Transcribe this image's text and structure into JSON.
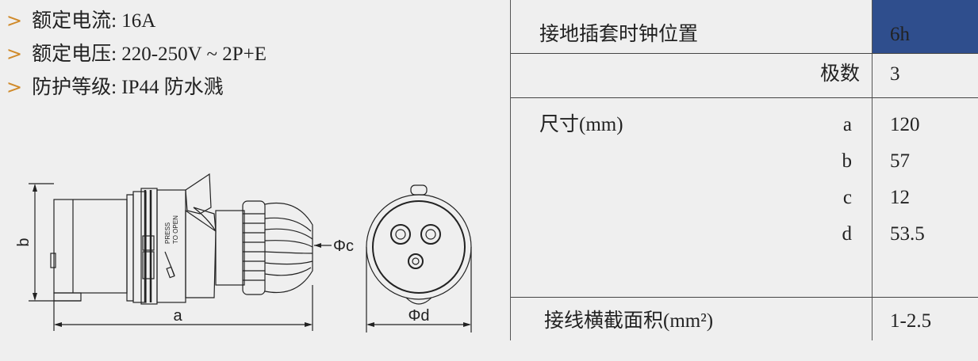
{
  "specs": {
    "arrow": ">",
    "lines": [
      "额定电流: 16A",
      "额定电压: 220-250V ~ 2P+E",
      "防护等级: IP44  防水溅"
    ]
  },
  "drawing": {
    "label_a": "a",
    "label_b": "b",
    "label_c": "Φc",
    "label_d": "Φd",
    "press_to_open_1": "PRESS",
    "press_to_open_2": "TO OPEN"
  },
  "table": {
    "row1": {
      "label": "接地插套时钟位置",
      "value": "6h"
    },
    "row2": {
      "label": "极数",
      "value": "3"
    },
    "row3": {
      "label": "尺寸(mm)",
      "dims": [
        {
          "key": "a",
          "value": "120"
        },
        {
          "key": "b",
          "value": "57"
        },
        {
          "key": "c",
          "value": "12"
        },
        {
          "key": "d",
          "value": "53.5"
        }
      ]
    },
    "row4": {
      "label": "接线横截面积(mm²)",
      "value": "1-2.5"
    }
  },
  "colors": {
    "accent_blue": "#2f4e8d",
    "arrow_orange": "#d08a2a",
    "background": "#efefef"
  }
}
